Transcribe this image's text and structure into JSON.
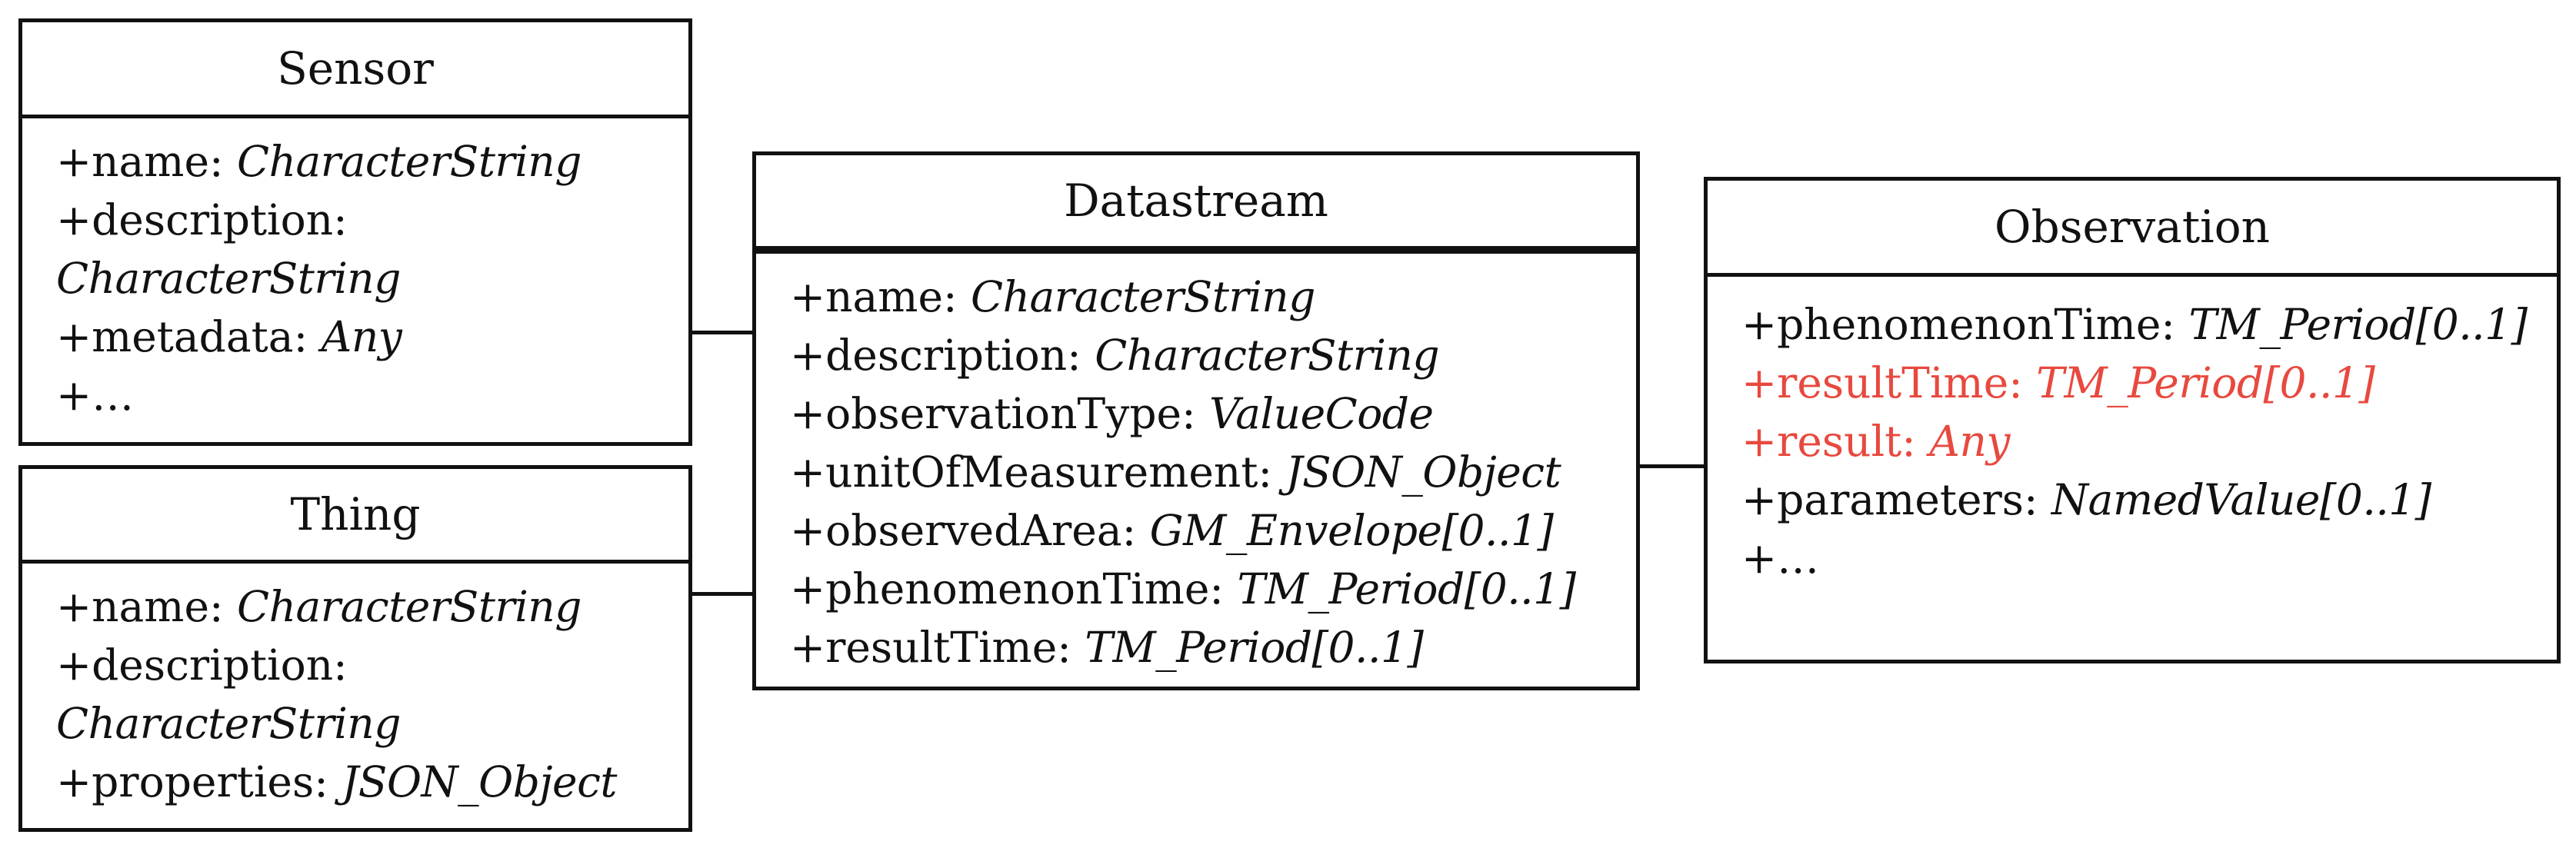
{
  "classes": {
    "sensor": {
      "name": "Sensor",
      "attributes": [
        {
          "name": "+name: ",
          "type": "CharacterString"
        },
        {
          "name": "+description: ",
          "type": "CharacterString"
        },
        {
          "name": "+metadata: ",
          "type": "Any"
        },
        {
          "name": "+…",
          "type": ""
        }
      ]
    },
    "thing": {
      "name": "Thing",
      "attributes": [
        {
          "name": "+name: ",
          "type": "CharacterString"
        },
        {
          "name": "+description: ",
          "type": "CharacterString"
        },
        {
          "name": "+properties: ",
          "type": "JSON_Object"
        }
      ]
    },
    "datastream": {
      "name": "Datastream",
      "attributes": [
        {
          "name": "+name: ",
          "type": "CharacterString"
        },
        {
          "name": "+description: ",
          "type": "CharacterString"
        },
        {
          "name": "+observationType: ",
          "type": "ValueCode"
        },
        {
          "name": "+unitOfMeasurement: ",
          "type": "JSON_Object"
        },
        {
          "name": "+observedArea: ",
          "type": "GM_Envelope[0..1]"
        },
        {
          "name": "+phenomenonTime: ",
          "type": "TM_Period[0..1]"
        },
        {
          "name": "+resultTime: ",
          "type": "TM_Period[0..1]"
        }
      ]
    },
    "observation": {
      "name": "Observation",
      "attributes": [
        {
          "name": "+phenomenonTime: ",
          "type": "TM_Period[0..1]"
        },
        {
          "name": "+resultTime: ",
          "type": "TM_Period[0..1]"
        },
        {
          "name": "+result: ",
          "type": "Any"
        },
        {
          "name": "+parameters: ",
          "type": "NamedValue[0..1]"
        },
        {
          "name": "+…",
          "type": ""
        }
      ]
    }
  },
  "colors": {
    "border": "#111111",
    "highlight": "#e8493f"
  }
}
